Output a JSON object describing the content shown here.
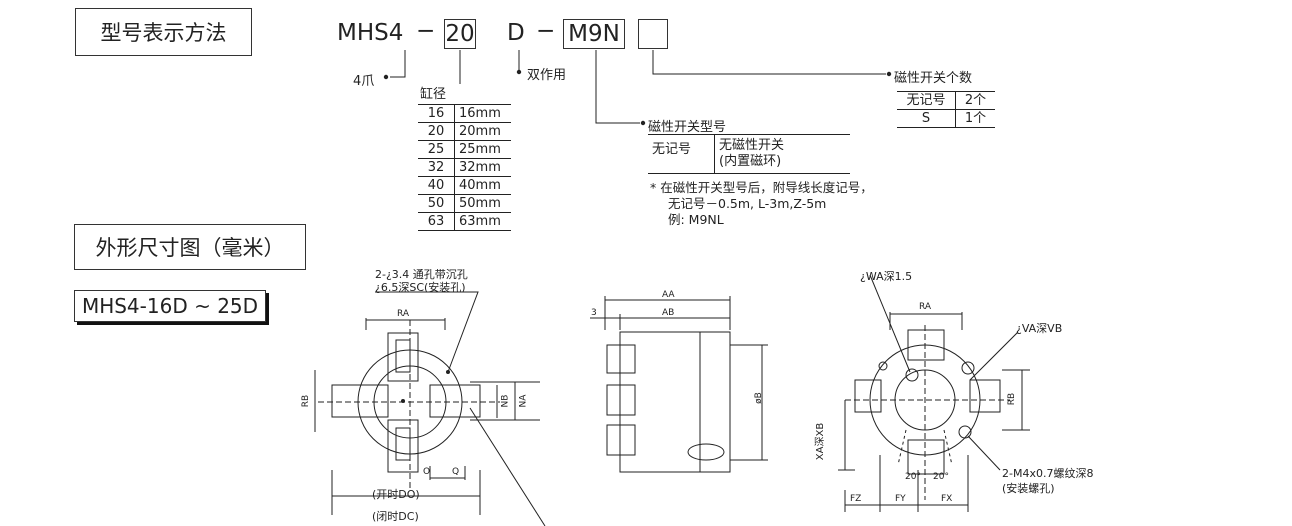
{
  "headings": {
    "model_notation": "型号表示方法",
    "dimensions": "外形尺寸图（毫米）",
    "model_subtitle": "MHS4-16D ~ 25D"
  },
  "model_code": {
    "prefix": "MHS4",
    "dash1": "−",
    "bore_box": "20",
    "action": "D",
    "dash2": "−",
    "switch_box": "M9N",
    "count_box": ""
  },
  "labels": {
    "jaws": "4爪",
    "double_acting": "双作用",
    "bore_title": "缸径",
    "switch_model_title": "磁性开关型号",
    "switch_count_title": "磁性开关个数"
  },
  "bore_table": [
    {
      "code": "16",
      "size": "16mm"
    },
    {
      "code": "20",
      "size": "20mm"
    },
    {
      "code": "25",
      "size": "25mm"
    },
    {
      "code": "32",
      "size": "32mm"
    },
    {
      "code": "40",
      "size": "40mm"
    },
    {
      "code": "50",
      "size": "50mm"
    },
    {
      "code": "63",
      "size": "63mm"
    }
  ],
  "switch_model_table": {
    "code": "无记号",
    "desc_line1": "无磁性开关",
    "desc_line2": "(内置磁环)"
  },
  "switch_count_table": [
    {
      "code": "无记号",
      "count": "2个"
    },
    {
      "code": "S",
      "count": "1个"
    }
  ],
  "notes": {
    "line1": "*  在磁性开关型号后，附导线长度记号，",
    "line2": "无记号－0.5m, L-3m,Z-5m",
    "line3": "例: M9NL"
  },
  "drawing1": {
    "callout1": "2-¿3.4 通孔带沉孔",
    "callout2": "¿6.5深SC(安装孔)",
    "RA": "RA",
    "RB": "RB",
    "NB": "NB",
    "NA": "NA",
    "O": "O",
    "Q": "Q",
    "open": "(开时DO)",
    "closed": "(闭时DC)"
  },
  "drawing2": {
    "AA": "AA",
    "AB": "AB",
    "three": "3",
    "phiB": "øB"
  },
  "drawing3": {
    "WA": "¿WA深1.5",
    "VA": "¿VA深VB",
    "RA": "RA",
    "RB": "RB",
    "XA": "XA深XB",
    "ang1": "20°",
    "ang2": "20°",
    "thread": "2-M4x0.7螺纹深8",
    "thread2": "(安装螺孔)",
    "FZ": "FZ",
    "FY": "FY",
    "FX": "FX"
  }
}
